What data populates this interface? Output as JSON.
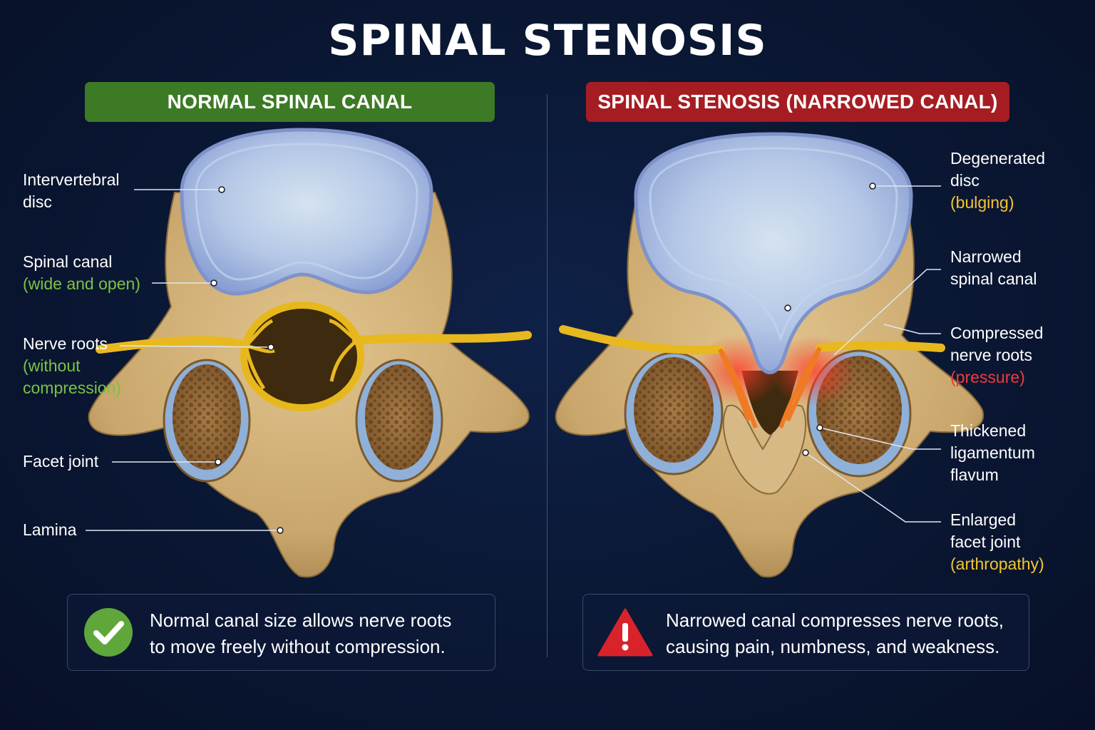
{
  "title": "SPINAL STENOSIS",
  "colors": {
    "background": "#0a1733",
    "normal_banner": "#3d7a26",
    "stenosis_banner": "#a51d22",
    "green_text": "#7cc243",
    "yellow_text": "#f2c531",
    "red_text": "#ee3b3b",
    "bone": "#c9a66b",
    "disc": "#9fb2dd",
    "nerve": "#e8b81f"
  },
  "normal": {
    "banner": "NORMAL SPINAL CANAL",
    "labels": {
      "disc": [
        "Intervertebral",
        "disc"
      ],
      "canal": [
        "Spinal canal",
        "(wide and open)"
      ],
      "nerve": [
        "Nerve roots",
        "(without",
        "compression)"
      ],
      "facet": "Facet joint",
      "lamina": "Lamina"
    },
    "note": [
      "Normal canal size allows nerve roots",
      "to move freely without compression."
    ],
    "note_icon": "check-circle-icon"
  },
  "stenosis": {
    "banner": "SPINAL STENOSIS (NARROWED CANAL)",
    "labels": {
      "disc": [
        "Degenerated",
        "disc",
        "(bulging)"
      ],
      "canal": [
        "Narrowed",
        "spinal canal"
      ],
      "nerve": [
        "Compressed",
        "nerve roots",
        "(pressure)"
      ],
      "ligament": [
        "Thickened",
        "ligamentum",
        "flavum"
      ],
      "facet": [
        "Enlarged",
        "facet joint",
        "(arthropathy)"
      ]
    },
    "note": [
      "Narrowed canal compresses nerve roots,",
      "causing pain, numbness, and weakness."
    ],
    "note_icon": "warning-triangle-icon"
  }
}
